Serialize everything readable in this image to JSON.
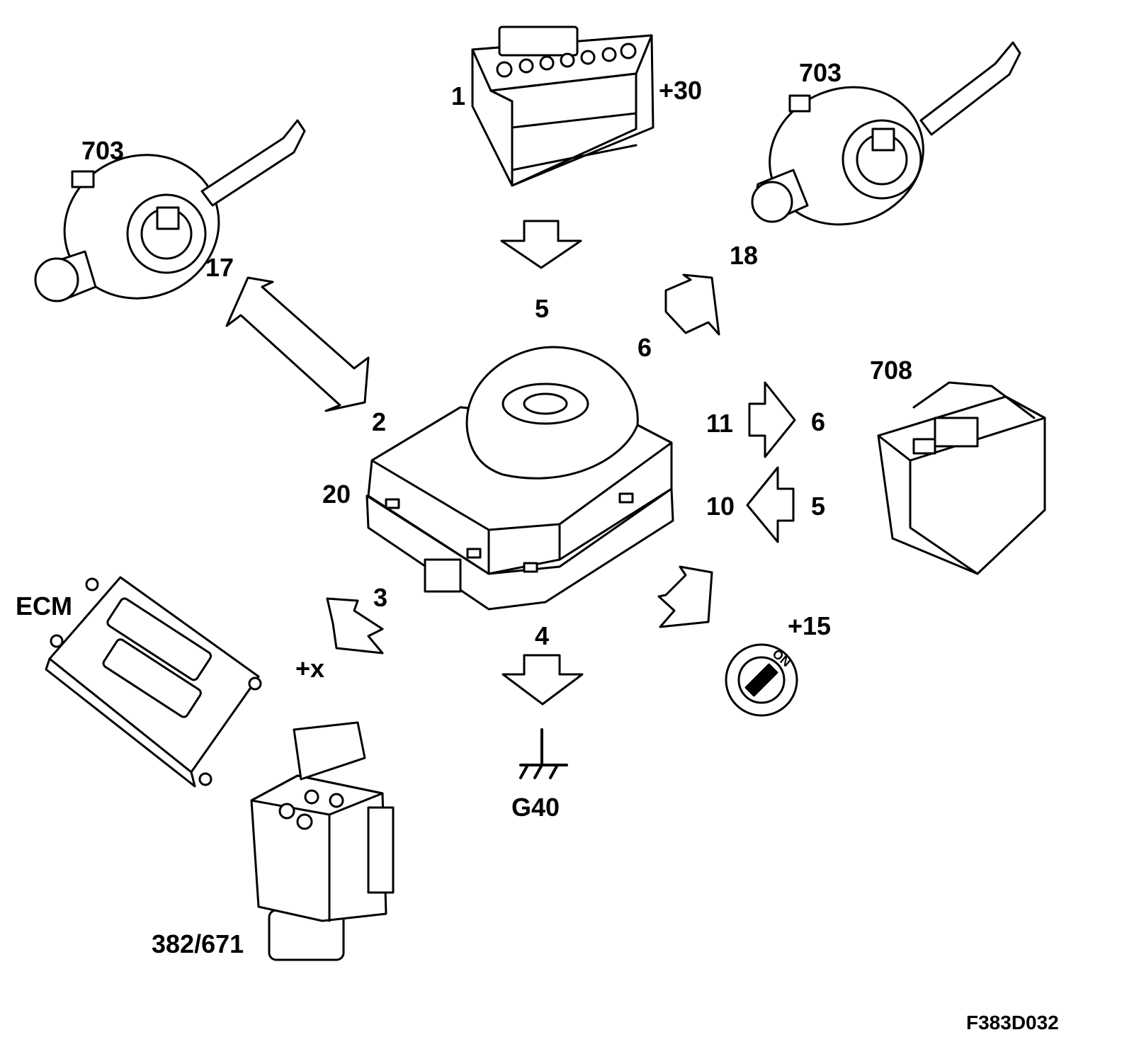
{
  "diagram": {
    "figure_id": "F383D032",
    "colors": {
      "line": "#000000",
      "fill": "#ffffff",
      "shade": "#d9d9d9"
    },
    "components": {
      "battery": {
        "number": "1",
        "terminal": "+30"
      },
      "stalk_left": {
        "number": "703"
      },
      "stalk_right": {
        "number": "703"
      },
      "central_module": {
        "number": "20"
      },
      "relay_module": {
        "number": "708"
      },
      "ecm": {
        "name": "ECM"
      },
      "abs_unit": {
        "number": "382/671"
      },
      "ground": {
        "name": "G40"
      },
      "ignition": {
        "terminal": "+15",
        "position": "ON"
      }
    },
    "arrows": {
      "battery_in": "5",
      "stalk_left_bidir": "17",
      "stalk_left_side": "2",
      "stalk_right_out": "18",
      "stalk_right_side": "6",
      "relay_out_in": "11",
      "relay_out_out": "6",
      "relay_in_in": "10",
      "relay_in_out": "5",
      "ecm_out": "3",
      "ecm_supply": "+x",
      "ground_out": "4"
    }
  }
}
